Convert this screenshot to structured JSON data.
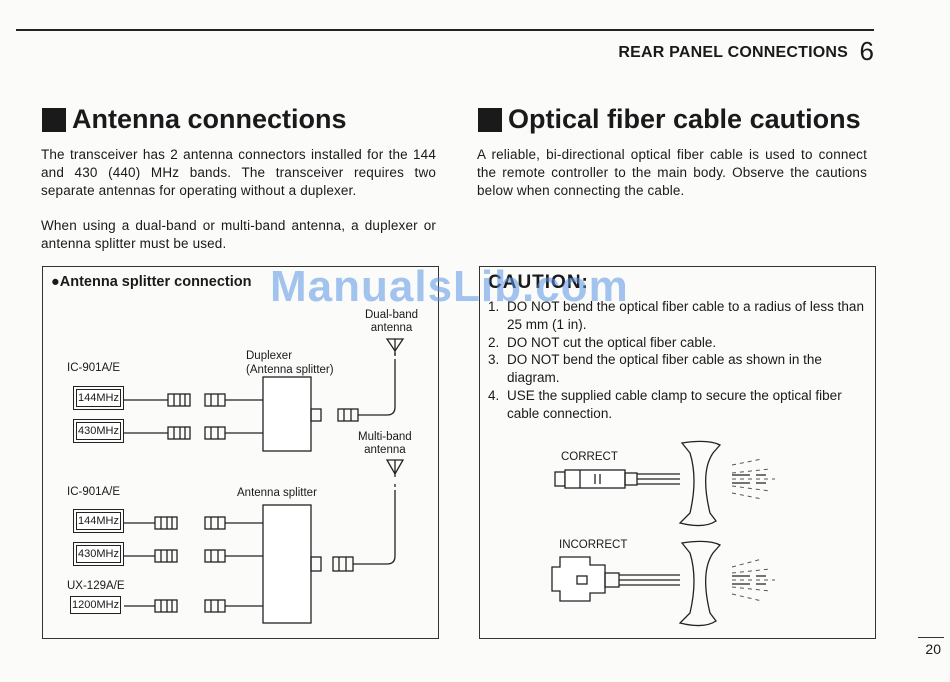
{
  "header": {
    "section_title": "REAR PANEL CONNECTIONS",
    "section_number": "6"
  },
  "left": {
    "heading": "Antenna connections",
    "paragraphs": [
      "The transceiver has 2 antenna connectors installed for the 144 and 430 (440) MHz bands. The transceiver requires two separate antennas for operating without a duplexer.",
      "When using a dual-band or multi-band antenna, a duplexer or antenna splitter must be used."
    ],
    "diagram": {
      "title": "●Antenna splitter connection",
      "top": {
        "radio_label": "IC-901A/E",
        "ports": [
          "144MHz",
          "430MHz"
        ],
        "device_label_1": "Duplexer",
        "device_label_2": "(Antenna splitter)",
        "antenna_label_1": "Dual-band",
        "antenna_label_2": "antenna"
      },
      "bottom": {
        "radio_label": "IC-901A/E",
        "ports": [
          "144MHz",
          "430MHz"
        ],
        "unit_label": "UX-129A/E",
        "unit_port": "1200MHz",
        "device_label": "Antenna splitter",
        "antenna_label_1": "Multi-band",
        "antenna_label_2": "antenna"
      }
    }
  },
  "right": {
    "heading": "Optical fiber cable cautions",
    "paragraph": "A reliable, bi-directional optical fiber cable is used to connect the remote controller to the main body. Observe the cautions below when connecting the cable.",
    "caution_title": "CAUTION:",
    "cautions": [
      {
        "n": "1.",
        "text": "DO NOT bend the optical fiber cable to a radius of less than 25 mm (1 in)."
      },
      {
        "n": "2.",
        "text": "DO NOT cut the optical fiber cable."
      },
      {
        "n": "3.",
        "text": "DO NOT bend the optical fiber cable as shown in the diagram."
      },
      {
        "n": "4.",
        "text": "USE the supplied cable clamp to secure the optical fiber cable connection."
      }
    ],
    "correct_label": "CORRECT",
    "incorrect_label": "INCORRECT"
  },
  "watermark": "ManualsLib.com",
  "page_number": "20"
}
